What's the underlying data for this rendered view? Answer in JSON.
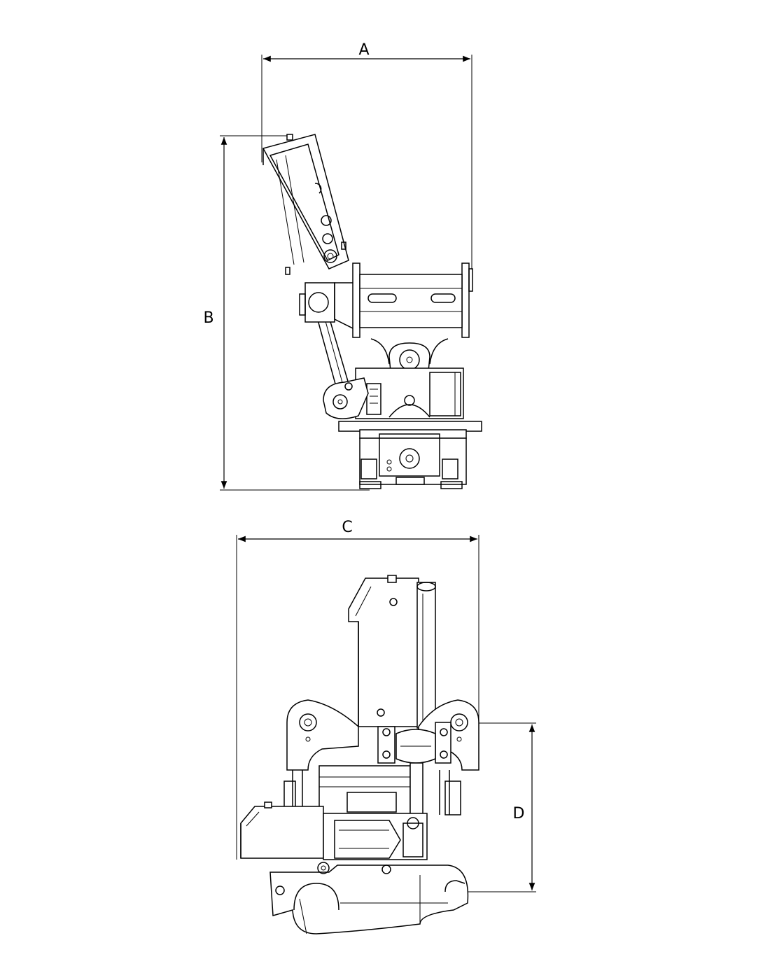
{
  "dimensions": {
    "A": "A",
    "B": "B",
    "C": "C",
    "D": "D"
  }
}
